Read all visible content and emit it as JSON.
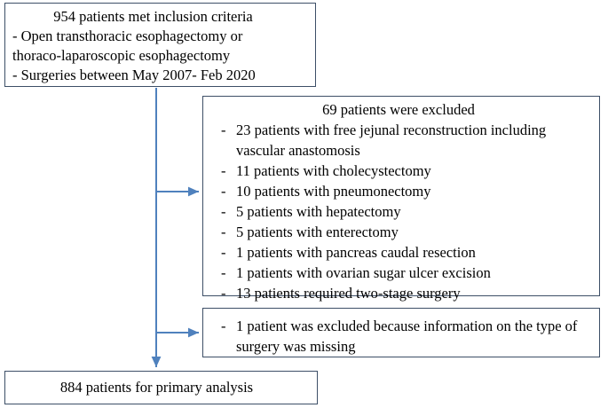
{
  "diagram": {
    "type": "patient-flow-diagram",
    "colors": {
      "box_border": "#3d4f67",
      "connector": "#4f81bd",
      "text": "#000000",
      "background": "#ffffff"
    },
    "boxes": {
      "inclusion": {
        "name": "inclusion-criteria-box",
        "lines": [
          "954 patients met inclusion criteria",
          "- Open transthoracic esophagectomy or",
          "thoraco-laparoscopic esophagectomy",
          "- Surgeries between May 2007- Feb 2020"
        ]
      },
      "excluded": {
        "name": "excluded-patients-box",
        "heading": "69 patients were excluded",
        "bullet_marker": "-",
        "items": [
          "23 patients with free jejunal reconstruction including vascular anastomosis",
          "11 patients with cholecystectomy",
          "10 patients with pneumonectomy",
          "5 patients with hepatectomy",
          "5 patients with enterectomy",
          "1 patients with pancreas caudal resection",
          "1 patients with ovarian sugar ulcer excision",
          "13  patients required two-stage surgery"
        ]
      },
      "missing": {
        "name": "missing-information-box",
        "bullet_marker": "-",
        "items": [
          "1 patient was excluded because information on the type of surgery was missing"
        ]
      },
      "final": {
        "name": "primary-analysis-box",
        "text": "884 patients for primary analysis"
      }
    },
    "connectors": [
      {
        "name": "trunk-vertical-line",
        "from": "inclusion",
        "to": "final"
      },
      {
        "name": "branch-to-excluded",
        "from": "trunk",
        "to": "excluded"
      },
      {
        "name": "branch-to-missing",
        "from": "trunk",
        "to": "missing"
      },
      {
        "name": "arrow-into-final",
        "from": "trunk",
        "to": "final"
      }
    ]
  }
}
